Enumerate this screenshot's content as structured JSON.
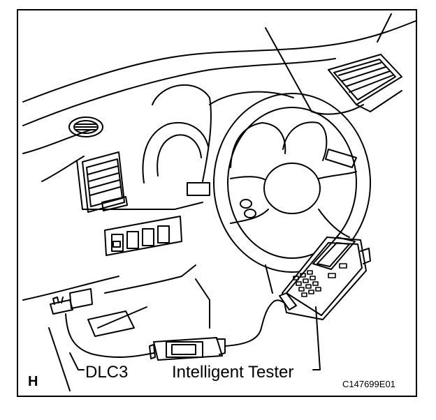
{
  "figure": {
    "view_letter": "H",
    "figure_code": "C147699E01",
    "callouts": {
      "connector": "DLC3",
      "tester": "Intelligent Tester"
    }
  }
}
